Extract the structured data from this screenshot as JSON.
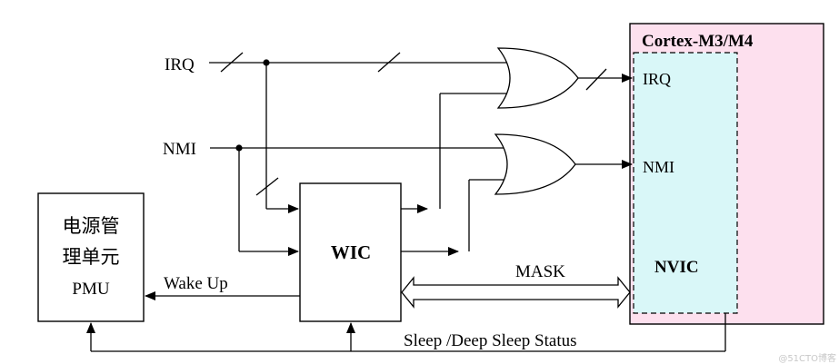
{
  "labels": {
    "irq_in": "IRQ",
    "nmi_in": "NMI",
    "cortex_title": "Cortex-M3/M4",
    "irq_out": "IRQ",
    "nmi_out": "NMI",
    "nvic": "NVIC",
    "wic": "WIC",
    "pmu_line1": "电源管",
    "pmu_line2": "理单元",
    "pmu_line3": "PMU",
    "wake_up": "Wake Up",
    "mask": "MASK",
    "sleep_status": "Sleep /Deep Sleep Status",
    "watermark": "@51CTO博客"
  },
  "colors": {
    "line": "#000000",
    "cortex_fill": "#fde0ee",
    "nvic_fill": "#d9f7f8",
    "background": "#ffffff"
  }
}
